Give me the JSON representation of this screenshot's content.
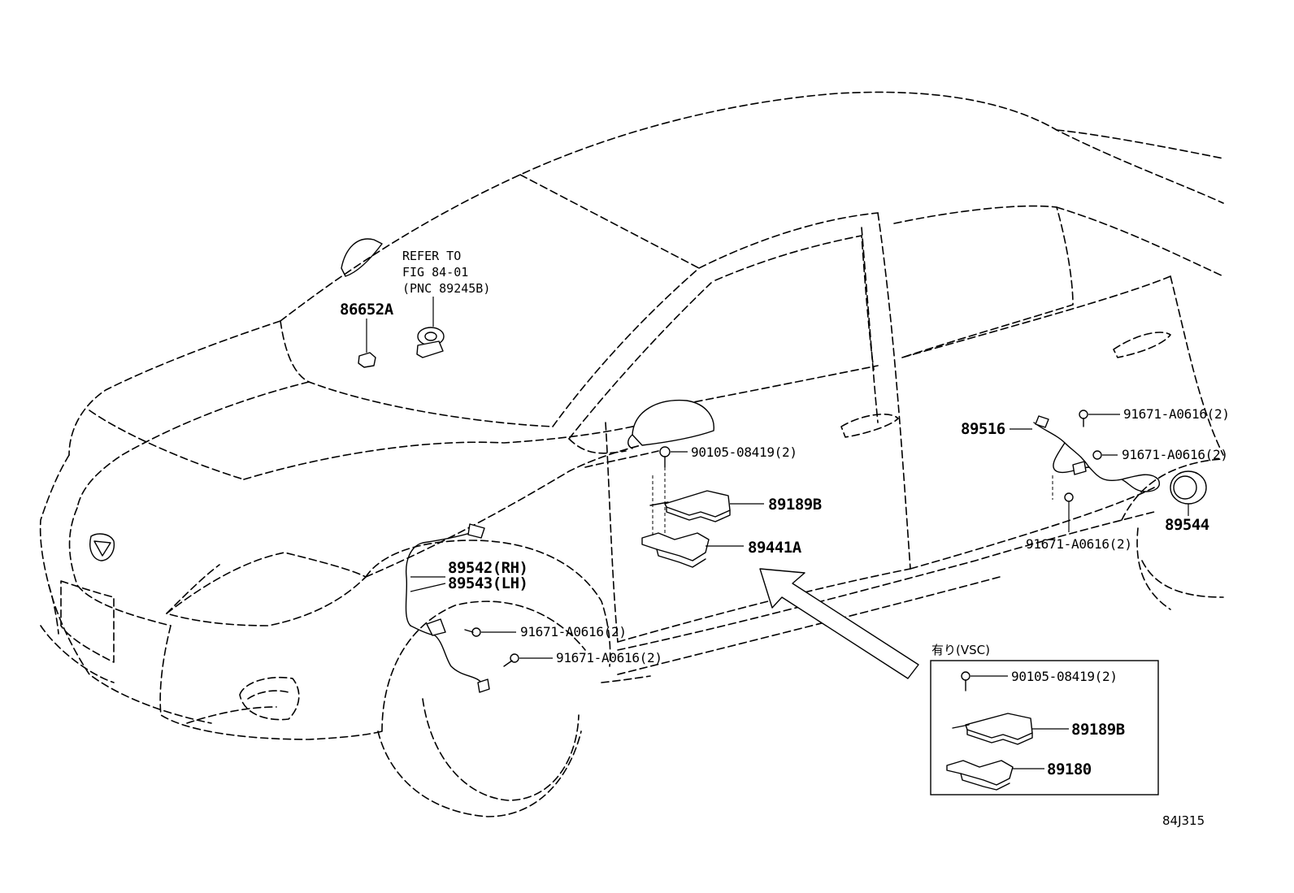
{
  "refer_note": {
    "line1": "REFER TO",
    "line2": "FIG 84-01",
    "line3": "(PNC 89245B)"
  },
  "labels": {
    "p86652A": "86652A",
    "p90105_main": "90105-08419(2)",
    "p89189B_main": "89189B",
    "p89441A": "89441A",
    "p89542": "89542(RH)",
    "p89543": "89543(LH)",
    "p91671_front_a": "91671-A0616(2)",
    "p91671_front_b": "91671-A0616(2)",
    "p89516": "89516",
    "p91671_rear_a": "91671-A0616(2)",
    "p91671_rear_b": "91671-A0616(2)",
    "p91671_rear_c": "91671-A0616(2)",
    "p89544": "89544"
  },
  "inset": {
    "title": "有り(VSC)",
    "p90105": "90105-08419(2)",
    "p89189B": "89189B",
    "p89180": "89180"
  },
  "figure_code": "84J315"
}
